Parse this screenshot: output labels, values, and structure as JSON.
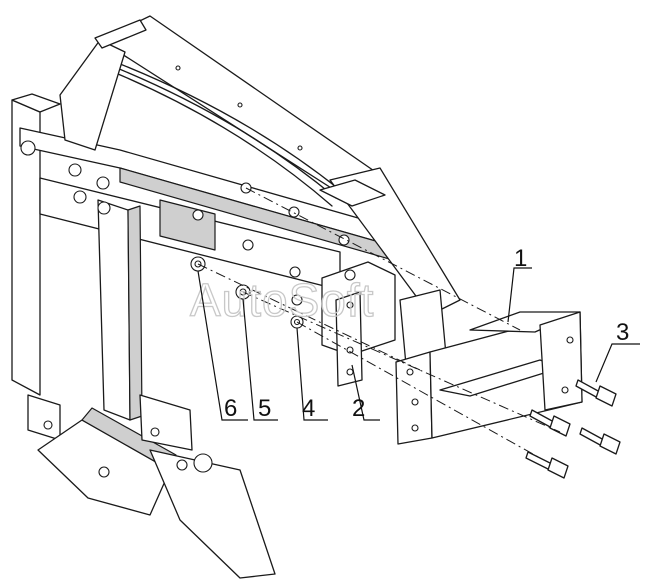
{
  "figure": {
    "watermark": "AutoSoft",
    "callouts": [
      {
        "id": "1",
        "label": "1"
      },
      {
        "id": "2",
        "label": "2"
      },
      {
        "id": "3",
        "label": "3"
      },
      {
        "id": "4",
        "label": "4"
      },
      {
        "id": "5",
        "label": "5"
      },
      {
        "id": "6",
        "label": "6"
      }
    ]
  }
}
